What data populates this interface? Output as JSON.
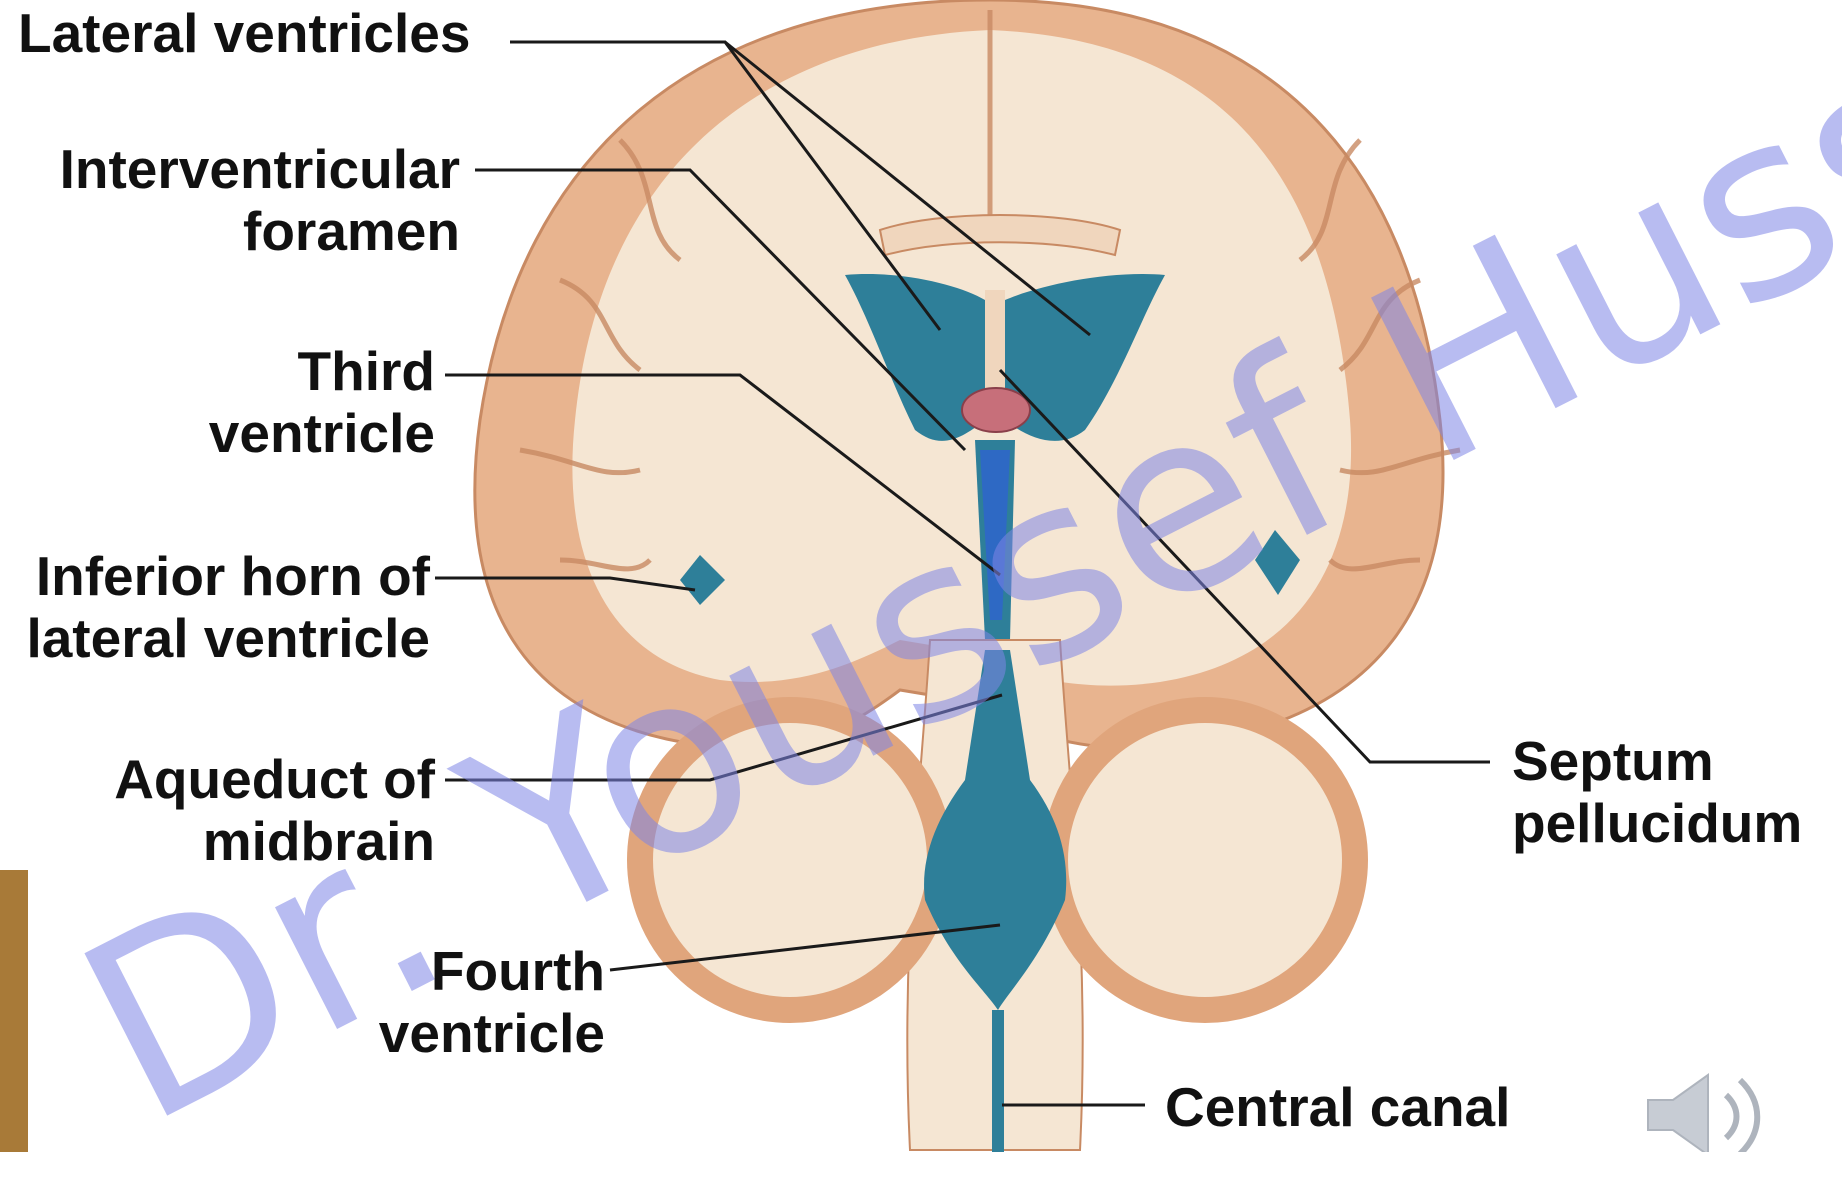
{
  "labels": {
    "lateral_ventricles": "Lateral ventricles",
    "interventricular_1": "Interventricular",
    "interventricular_2": "foramen",
    "third_1": "Third",
    "third_2": "ventricle",
    "inferior_1": "Inferior horn of",
    "inferior_2": "lateral ventricle",
    "aqueduct_1": "Aqueduct of",
    "aqueduct_2": "midbrain",
    "fourth_1": "Fourth",
    "fourth_2": "ventricle",
    "septum_1": "Septum",
    "septum_2": "pellucidum",
    "central_canal": "Central canal"
  },
  "watermark": "Dr. Youssef Hussein",
  "icons": {
    "speaker": "speaker-icon"
  },
  "colors": {
    "cortex": "#e8b48f",
    "white_matter": "#f5e6d3",
    "ventricle": "#2e7f99",
    "ventricle_highlight": "#2f5fd6",
    "label_line": "#1a1a1a",
    "watermark": "#7f86e6"
  }
}
